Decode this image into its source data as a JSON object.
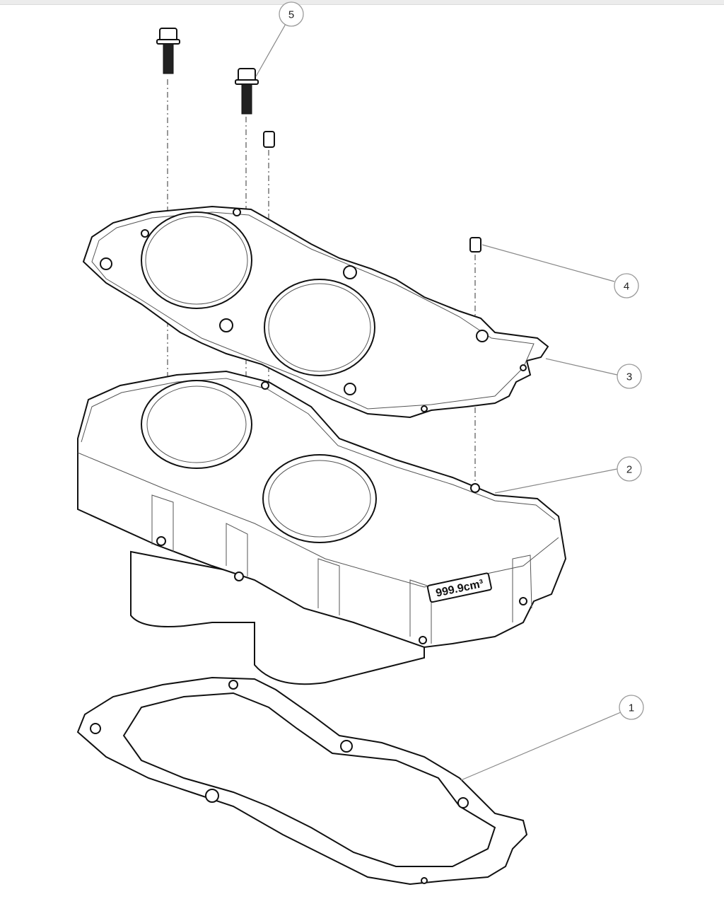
{
  "diagram": {
    "callouts": [
      {
        "id": "callout-1",
        "label": "1",
        "part": "base-gasket"
      },
      {
        "id": "callout-2",
        "label": "2",
        "part": "cylinder-block"
      },
      {
        "id": "callout-3",
        "label": "3",
        "part": "head-gasket"
      },
      {
        "id": "callout-4",
        "label": "4",
        "part": "dowel-pin"
      },
      {
        "id": "callout-5",
        "label": "5",
        "part": "flange-bolt"
      }
    ],
    "cylinder_marking": "999.9cm³"
  }
}
